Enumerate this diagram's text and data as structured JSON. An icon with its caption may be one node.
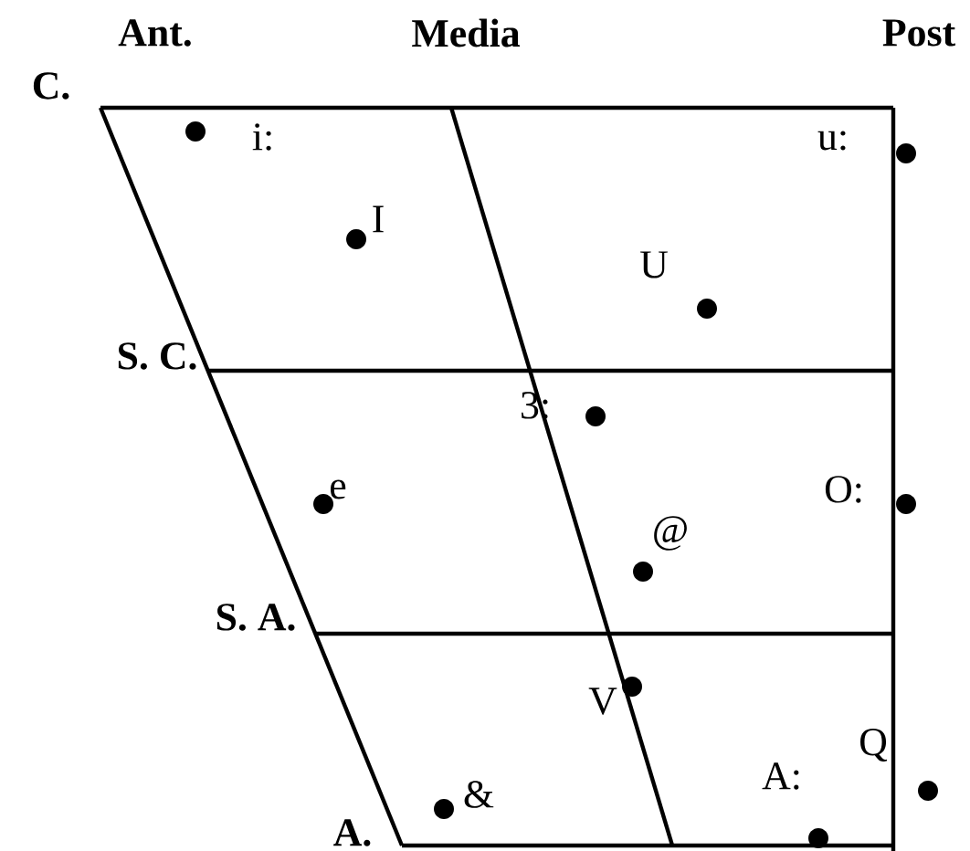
{
  "diagram": {
    "labels": [
      "Ant.",
      "Media",
      "Post",
      "C.",
      "i:",
      "u:",
      "I",
      "U",
      "S. C.",
      "3:",
      "e",
      "O:",
      "@",
      "S. A.",
      "V",
      "Q",
      "A:",
      "&",
      "A."
    ]
  }
}
